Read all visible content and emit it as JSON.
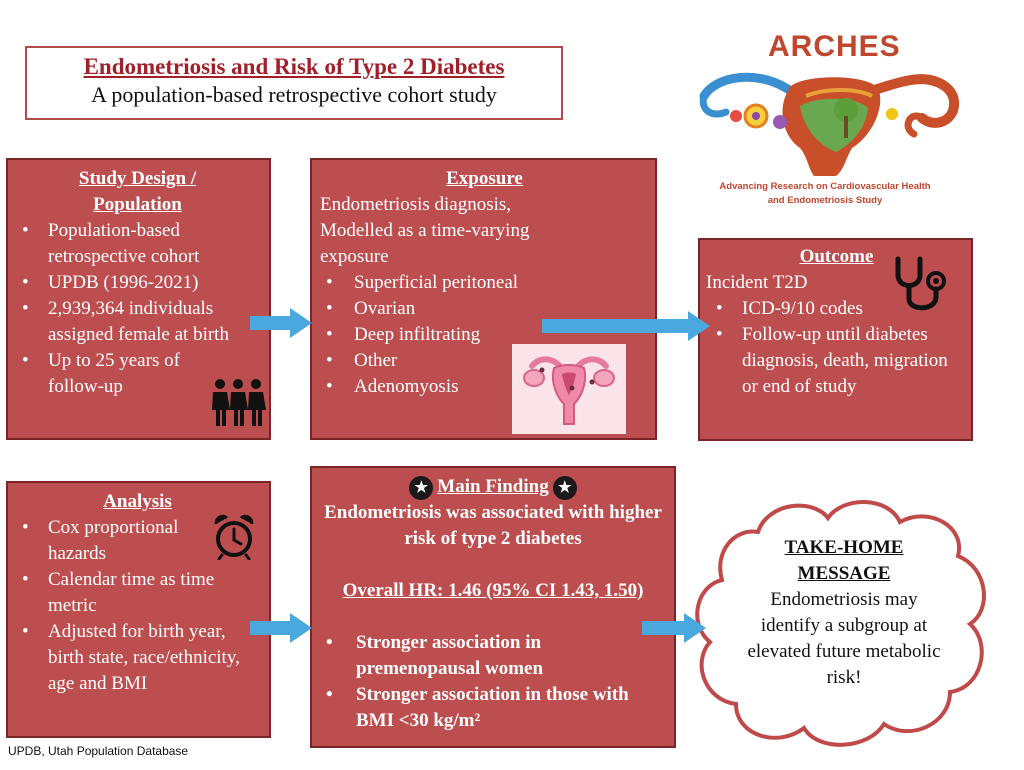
{
  "title": {
    "main": "Endometriosis and Risk of Type 2 Diabetes",
    "sub": "A population-based retrospective cohort study"
  },
  "logo": {
    "name": "ARCHES",
    "subtitle_line1": "Advancing Research on Cardiovascular Health",
    "subtitle_line2": "and Endometriosis Study"
  },
  "study_design": {
    "heading_line1": "Study Design /",
    "heading_line2": "Population",
    "items": [
      "Population-based retrospective cohort",
      "UPDB (1996-2021)",
      "2,939,364 individuals assigned female at birth",
      "Up to 25 years of follow-up"
    ]
  },
  "exposure": {
    "heading": "Exposure",
    "intro_line1": "Endometriosis diagnosis,",
    "intro_line2": "Modelled as a time-varying",
    "intro_line3": "exposure",
    "items": [
      "Superficial peritoneal",
      "Ovarian",
      "Deep infiltrating",
      "Other",
      "Adenomyosis"
    ]
  },
  "outcome": {
    "heading": "Outcome",
    "intro": "Incident T2D",
    "items": [
      "ICD-9/10 codes",
      "Follow-up until diabetes diagnosis, death, migration or end of study"
    ]
  },
  "analysis": {
    "heading": "Analysis",
    "items": [
      "Cox proportional hazards",
      "Calendar time as time metric",
      "Adjusted for birth year, birth state, race/ethnicity, age and BMI"
    ]
  },
  "main_finding": {
    "heading": "Main Finding",
    "statement": "Endometriosis was associated with higher risk of type 2 diabetes",
    "hr": "Overall HR: 1.46 (95% CI 1.43, 1.50)",
    "items": [
      "Stronger association in premenopausal women",
      "Stronger association in those with BMI <30 kg/m²"
    ]
  },
  "take_home": {
    "heading_line1": "TAKE-HOME",
    "heading_line2": "MESSAGE",
    "text": "Endometriosis may identify a subgroup at elevated future metabolic risk!"
  },
  "footnote": "UPDB, Utah Population Database",
  "colors": {
    "box_fill": "#bd4e4f",
    "box_border": "#7a2528",
    "arrow": "#4aa8df",
    "title_red": "#a11f28",
    "cloud_border": "#c04a4a"
  },
  "icons": [
    "people-icon",
    "uterus-icon",
    "stethoscope-icon",
    "alarm-clock-icon",
    "star-icon"
  ]
}
